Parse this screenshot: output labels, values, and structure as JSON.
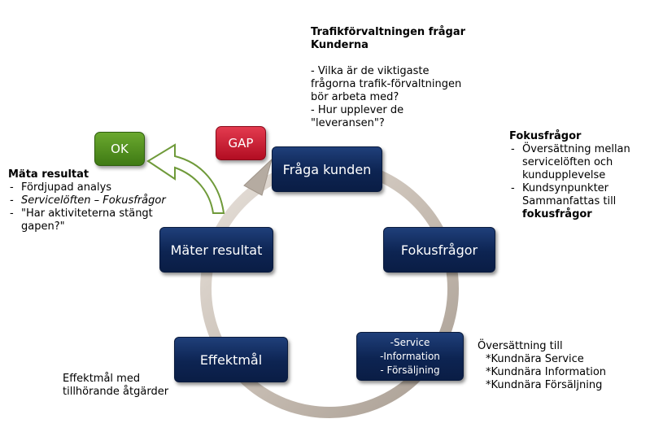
{
  "chips": {
    "ok": "OK",
    "gap": "GAP"
  },
  "steps": {
    "fraga": "Fråga kunden",
    "fokus": "Fokusfrågor",
    "oversattning": [
      "-Service",
      "-Information",
      "- Försäljning"
    ],
    "effektmal": "Effektmål",
    "mater": "Mäter resultat"
  },
  "notes": {
    "top": {
      "title": "Trafikförvaltningen frågar Kunderna",
      "lines": [
        "- Vilka är de viktigaste",
        "frågorna trafik-förvaltningen",
        "bör arbeta med?",
        "- Hur upplever de",
        "\"leveransen\"?"
      ]
    },
    "fokus": {
      "title": "Fokusfrågor",
      "items": [
        "Översättning mellan servicelöften och kundupplevelse",
        "Kundsynpunkter Sammanfattas till"
      ],
      "bold_end": "fokusfrågor"
    },
    "mata": {
      "title": "Mäta resultat",
      "item1": "Fördjupad analys",
      "item2": "Servicelöften – Fokusfrågor",
      "item3": "\"Har aktiviteterna stängt gapen?\""
    },
    "oversattning": {
      "title": "Översättning till",
      "lines": [
        "*Kundnära Service",
        "*Kundnära Information",
        "*Kundnära Försäljning"
      ]
    },
    "effektmal": {
      "lines": [
        "Effektmål med",
        "tillhörande åtgärder"
      ]
    }
  },
  "colors": {
    "box": "#0d2452",
    "ok": "#4d8a1e",
    "gap": "#c8102e",
    "ring": "#c9bfb5",
    "arrow_green": "#6f9a3a"
  }
}
